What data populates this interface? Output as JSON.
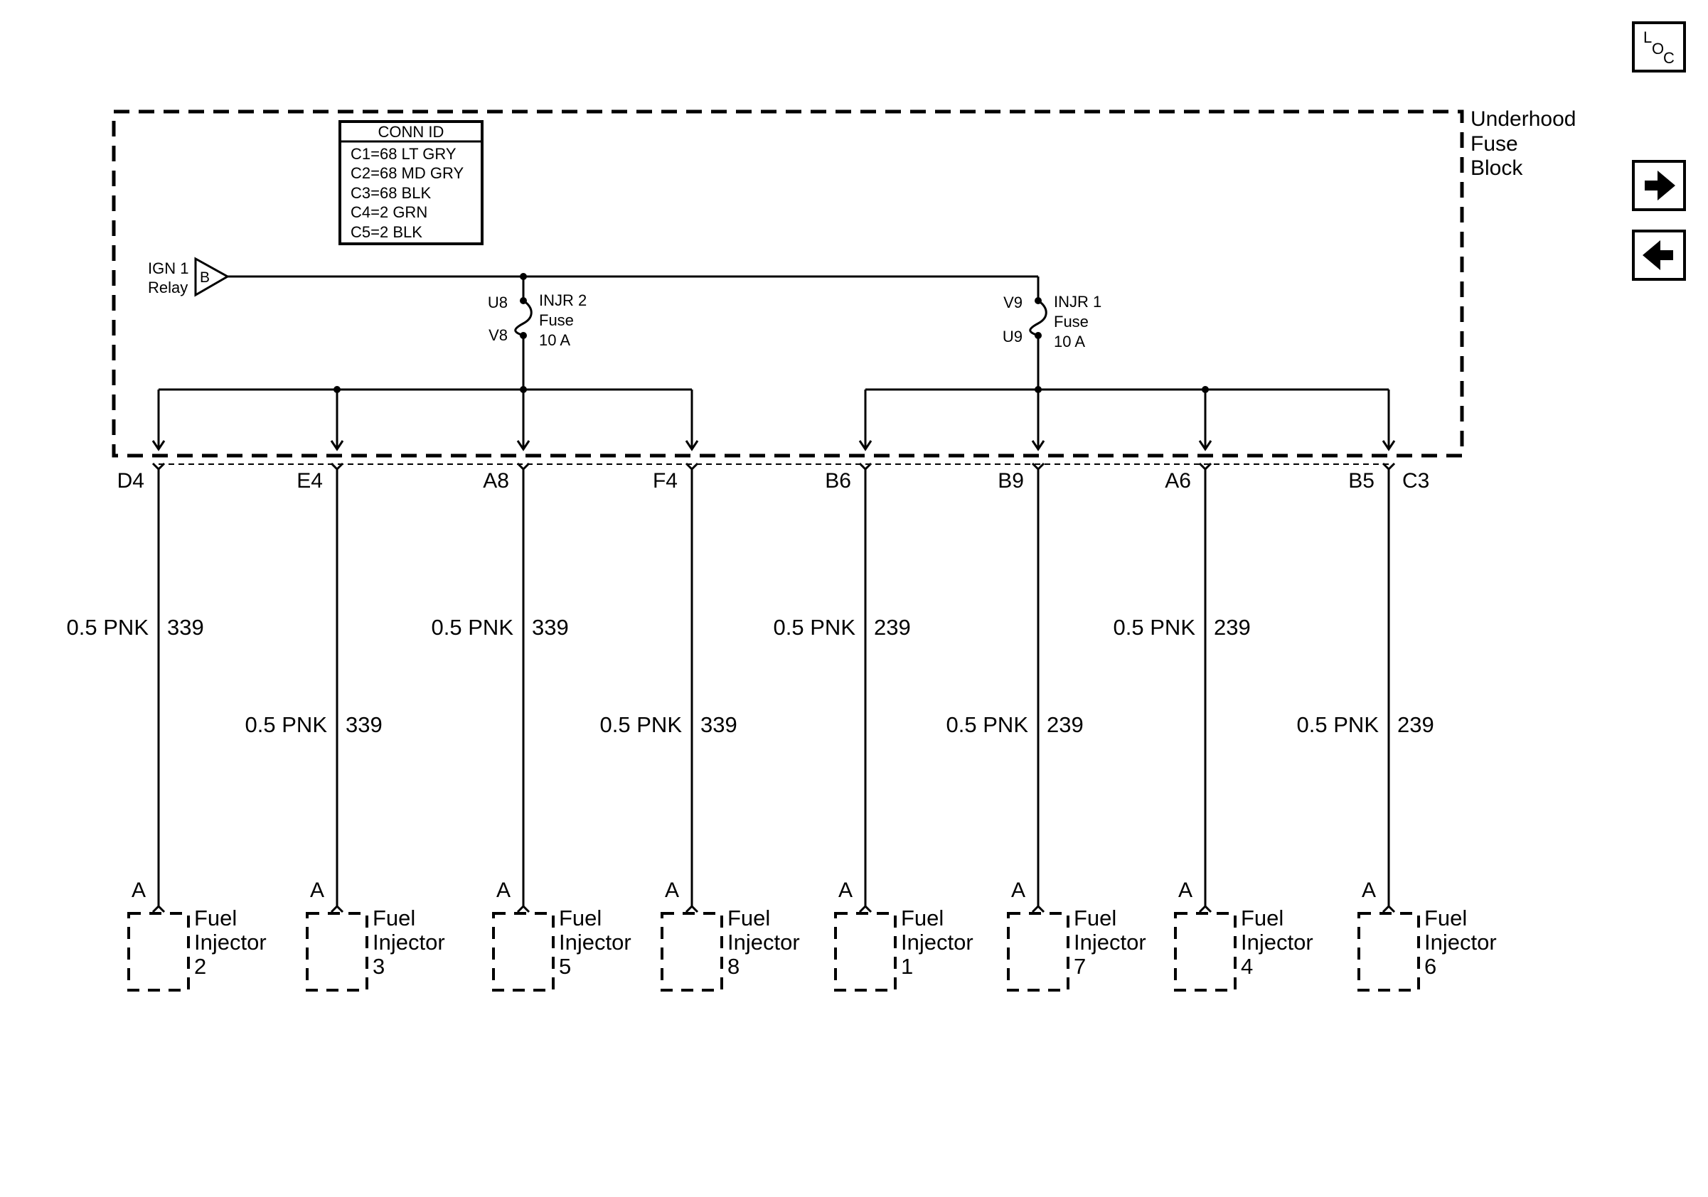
{
  "nav": {
    "loc_text_l": "L",
    "loc_text_o": "O",
    "loc_text_c": "C",
    "forward_icon": "arrow-right-icon",
    "back_icon": "arrow-left-icon"
  },
  "fuse_block": {
    "title_lines": [
      "Underhood",
      "Fuse",
      "Block"
    ]
  },
  "conn_id": {
    "header": "CONN ID",
    "rows": [
      "C1=68 LT GRY",
      "C2=68 MD GRY",
      "C3=68 BLK",
      "C4=2 GRN",
      "C5=2 BLK"
    ]
  },
  "relay": {
    "line1": "IGN 1",
    "line2": "Relay",
    "pin": "B"
  },
  "fuses": [
    {
      "top_pin": "U8",
      "bottom_pin": "V8",
      "lines": [
        "INJR 2",
        "Fuse",
        "10 A"
      ]
    },
    {
      "top_pin": "V9",
      "bottom_pin": "U9",
      "lines": [
        "INJR 1",
        "Fuse",
        "10 A"
      ]
    }
  ],
  "connector_c3": "C3",
  "branches": [
    {
      "cavity": "D4",
      "wire_size": "0.5 PNK",
      "circuit": "339",
      "row": "upper",
      "injector_pin": "A",
      "injector_name": [
        "Fuel",
        "Injector",
        "2"
      ]
    },
    {
      "cavity": "E4",
      "wire_size": "0.5 PNK",
      "circuit": "339",
      "row": "lower",
      "injector_pin": "A",
      "injector_name": [
        "Fuel",
        "Injector",
        "3"
      ]
    },
    {
      "cavity": "A8",
      "wire_size": "0.5 PNK",
      "circuit": "339",
      "row": "upper",
      "injector_pin": "A",
      "injector_name": [
        "Fuel",
        "Injector",
        "5"
      ]
    },
    {
      "cavity": "F4",
      "wire_size": "0.5 PNK",
      "circuit": "339",
      "row": "lower",
      "injector_pin": "A",
      "injector_name": [
        "Fuel",
        "Injector",
        "8"
      ]
    },
    {
      "cavity": "B6",
      "wire_size": "0.5 PNK",
      "circuit": "239",
      "row": "upper",
      "injector_pin": "A",
      "injector_name": [
        "Fuel",
        "Injector",
        "1"
      ]
    },
    {
      "cavity": "B9",
      "wire_size": "0.5 PNK",
      "circuit": "239",
      "row": "lower",
      "injector_pin": "A",
      "injector_name": [
        "Fuel",
        "Injector",
        "7"
      ]
    },
    {
      "cavity": "A6",
      "wire_size": "0.5 PNK",
      "circuit": "239",
      "row": "upper",
      "injector_pin": "A",
      "injector_name": [
        "Fuel",
        "Injector",
        "4"
      ]
    },
    {
      "cavity": "B5",
      "wire_size": "0.5 PNK",
      "circuit": "239",
      "row": "lower",
      "injector_pin": "A",
      "injector_name": [
        "Fuel",
        "Injector",
        "6"
      ]
    }
  ]
}
